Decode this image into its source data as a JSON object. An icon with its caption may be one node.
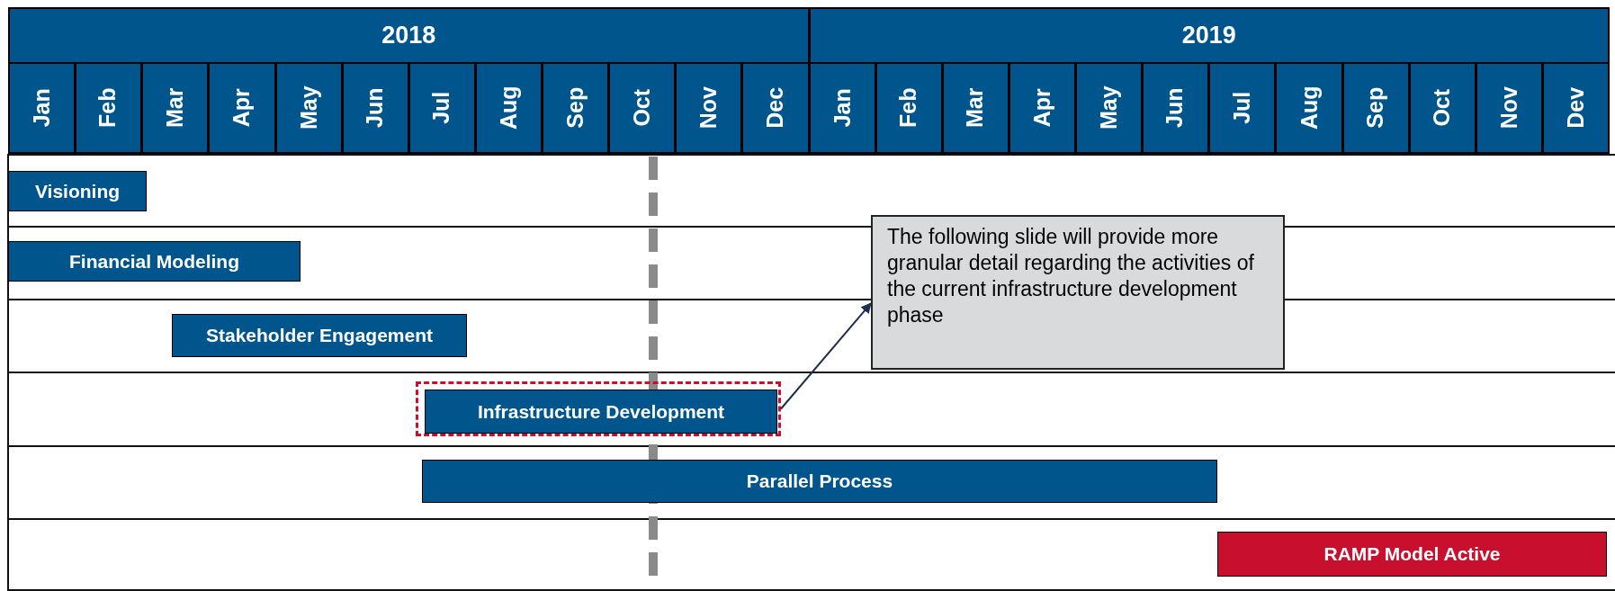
{
  "diagram": {
    "nodes": [
      {
        "text": [
          "Visioning"
        ]
      },
      {
        "text": [
          "Financial Modeling"
        ]
      },
      {
        "text": [
          "Stakeholder Engagement"
        ]
      },
      {
        "text": [],
        "shape": "box"
      },
      {
        "text": [
          "Infrastructure Development"
        ],
        "in": 3
      },
      {
        "text": [
          "The following slide will provide more granular detail regarding the activities of the current infrastructure development phase"
        ]
      },
      {
        "text": [
          "Parallel Process"
        ]
      },
      {
        "text": [
          "RAMP Model Active"
        ]
      }
    ],
    "edges": [
      {
        "from": 3,
        "to": 5,
        "arrow": "to"
      }
    ],
    "labels": [
      "2018",
      "2019",
      "Jan",
      "Feb",
      "Mar",
      "Apr",
      "May",
      "Jun",
      "Jul",
      "Aug",
      "Sep",
      "Oct",
      "Nov",
      "Dec",
      "Jan",
      "Feb",
      "Mar",
      "Apr",
      "May",
      "Jun",
      "Jul",
      "Aug",
      "Sep",
      "Oct",
      "Nov",
      "Dev"
    ]
  }
}
